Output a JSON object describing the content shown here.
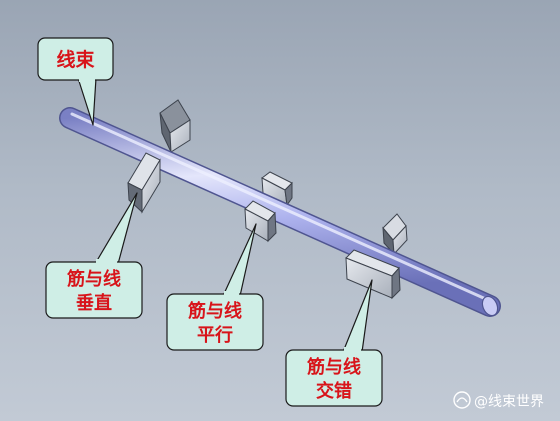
{
  "callouts": {
    "bundle": "线束",
    "perpendicular": {
      "line1": "筋与线",
      "line2": "垂直"
    },
    "parallel": {
      "line1": "筋与线",
      "line2": "平行"
    },
    "crossing": {
      "line1": "筋与线",
      "line2": "交错"
    }
  },
  "watermark": {
    "text": "@线束世界"
  },
  "colors": {
    "tube": "#b9bef0",
    "tube_edge": "#5a5f9a",
    "rib_light": "#d3d8e0",
    "rib_dark": "#6f7683",
    "callout_fill": "#cfeee6",
    "callout_text": "#d8141a"
  }
}
